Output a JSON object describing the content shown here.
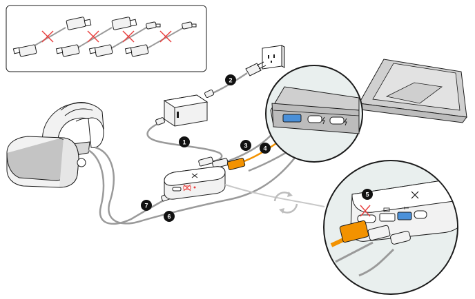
{
  "colors": {
    "outline": "#1a1a1a",
    "cable": "#9a9a9a",
    "cable_light": "#c8c8c8",
    "accent_orange": "#f39200",
    "cross_red": "#e8403f",
    "port_blue": "#4a90d9",
    "device_fill": "#f2f2f2",
    "callout_bg": "#e9efee",
    "badge_fill": "#111111",
    "badge_text": "#ffffff"
  },
  "badges": [
    {
      "id": "1",
      "label": "1"
    },
    {
      "id": "2",
      "label": "2"
    },
    {
      "id": "3",
      "label": "3"
    },
    {
      "id": "4",
      "label": "4"
    },
    {
      "id": "5",
      "label": "5"
    },
    {
      "id": "6",
      "label": "6"
    },
    {
      "id": "7",
      "label": "7"
    }
  ],
  "legend": {
    "description_icon": "invalid-cable-connections",
    "pairs": 4,
    "cross_icon": "cross-icon"
  },
  "icons": {
    "hub_logo": "x-logo-icon",
    "thunderbolt": "thunderbolt-icon",
    "usb": "usb-icon",
    "rotate": "rotate-arrows-icon"
  }
}
